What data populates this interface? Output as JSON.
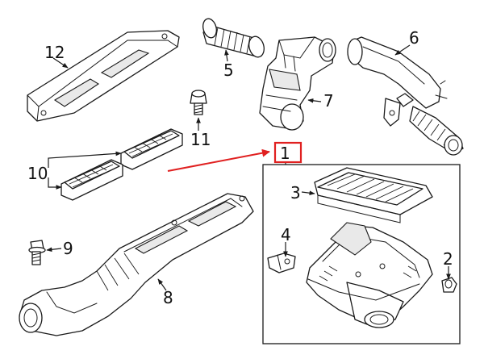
{
  "callouts": {
    "c1": "1",
    "c2": "2",
    "c3": "3",
    "c4": "4",
    "c5": "5",
    "c6": "6",
    "c7": "7",
    "c8": "8",
    "c9": "9",
    "c10": "10",
    "c11": "11",
    "c12": "12"
  },
  "colors": {
    "highlight": "#e02020",
    "line": "#1a1a1a",
    "background": "#ffffff"
  }
}
